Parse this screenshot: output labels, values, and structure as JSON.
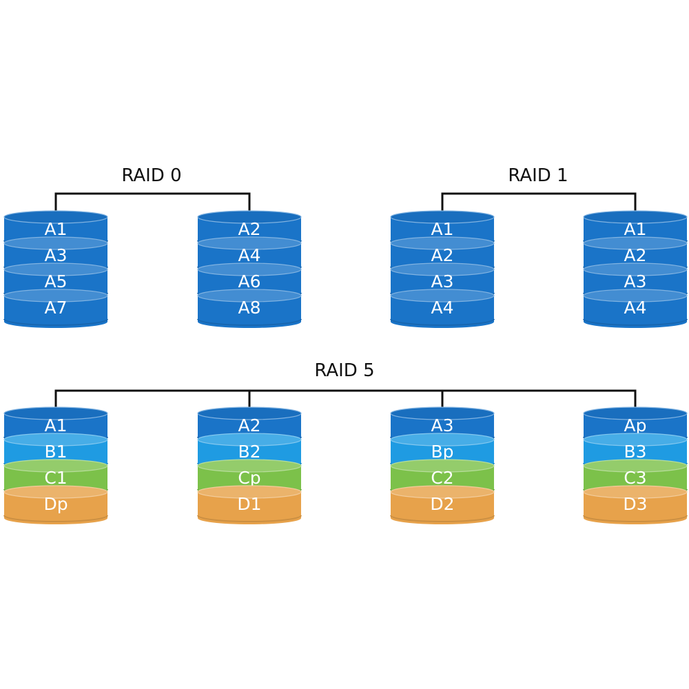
{
  "colors": {
    "a": "#1a74c8",
    "b": "#1f9be2",
    "c": "#7cc14a",
    "d": "#e7a24b",
    "connector": "#111111",
    "label": "#ffffff"
  },
  "groups": [
    {
      "id": "raid0",
      "title": "RAID 0",
      "disks": [
        {
          "blocks": [
            {
              "label": "A1",
              "color": "a"
            },
            {
              "label": "A3",
              "color": "a"
            },
            {
              "label": "A5",
              "color": "a"
            },
            {
              "label": "A7",
              "color": "a"
            }
          ]
        },
        {
          "blocks": [
            {
              "label": "A2",
              "color": "a"
            },
            {
              "label": "A4",
              "color": "a"
            },
            {
              "label": "A6",
              "color": "a"
            },
            {
              "label": "A8",
              "color": "a"
            }
          ]
        }
      ]
    },
    {
      "id": "raid1",
      "title": "RAID 1",
      "disks": [
        {
          "blocks": [
            {
              "label": "A1",
              "color": "a"
            },
            {
              "label": "A2",
              "color": "a"
            },
            {
              "label": "A3",
              "color": "a"
            },
            {
              "label": "A4",
              "color": "a"
            }
          ]
        },
        {
          "blocks": [
            {
              "label": "A1",
              "color": "a"
            },
            {
              "label": "A2",
              "color": "a"
            },
            {
              "label": "A3",
              "color": "a"
            },
            {
              "label": "A4",
              "color": "a"
            }
          ]
        }
      ]
    },
    {
      "id": "raid5",
      "title": "RAID 5",
      "disks": [
        {
          "blocks": [
            {
              "label": "A1",
              "color": "a"
            },
            {
              "label": "B1",
              "color": "b"
            },
            {
              "label": "C1",
              "color": "c"
            },
            {
              "label": "Dp",
              "color": "d"
            }
          ]
        },
        {
          "blocks": [
            {
              "label": "A2",
              "color": "a"
            },
            {
              "label": "B2",
              "color": "b"
            },
            {
              "label": "Cp",
              "color": "c"
            },
            {
              "label": "D1",
              "color": "d"
            }
          ]
        },
        {
          "blocks": [
            {
              "label": "A3",
              "color": "a"
            },
            {
              "label": "Bp",
              "color": "b"
            },
            {
              "label": "C2",
              "color": "c"
            },
            {
              "label": "D2",
              "color": "d"
            }
          ]
        },
        {
          "blocks": [
            {
              "label": "Ap",
              "color": "a"
            },
            {
              "label": "B3",
              "color": "b"
            },
            {
              "label": "C3",
              "color": "c"
            },
            {
              "label": "D3",
              "color": "d"
            }
          ]
        }
      ]
    }
  ]
}
